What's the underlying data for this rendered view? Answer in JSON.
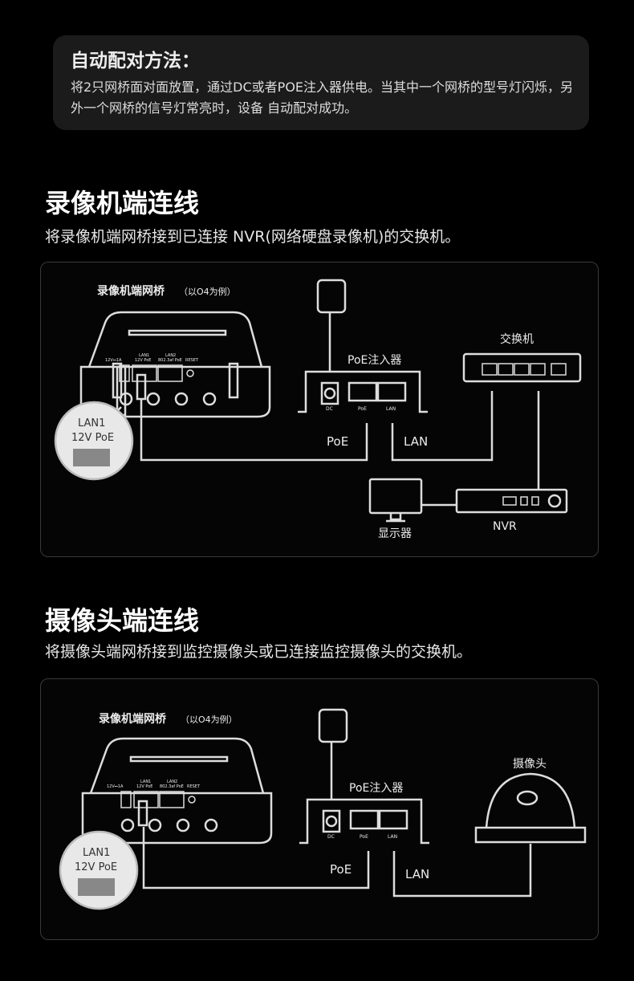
{
  "pairing": {
    "title": "自动配对方法：",
    "text": "将2只网桥面对面放置，通过DC或者POE注入器供电。当其中一个网桥的型号灯闪烁，另外一个网桥的信号灯常亮时，设备 自动配对成功。"
  },
  "nvr_section": {
    "title": "录像机端连线",
    "subtitle": "将录像机端网桥接到已连接 NVR(网络硬盘录像机)的交换机。",
    "diagram": {
      "bridge_label": "录像机端网桥",
      "bridge_note": "（以O4为例）",
      "port_power": "12V⎓1A",
      "port_lan1": "LAN1",
      "port_lan1_sub": "12V PoE",
      "port_lan2": "LAN2",
      "port_lan2_sub": "802.3af PoE",
      "port_reset": "RESET",
      "callout_line1": "LAN1",
      "callout_line2": "12V PoE",
      "injector_label": "PoE注入器",
      "injector_dc": "DC",
      "injector_poe": "PoE",
      "injector_lan": "LAN",
      "cable_poe": "PoE",
      "cable_lan": "LAN",
      "switch_label": "交换机",
      "monitor_label": "显示器",
      "nvr_label": "NVR"
    }
  },
  "camera_section": {
    "title": "摄像头端连线",
    "subtitle": "将摄像头端网桥接到监控摄像头或已连接监控摄像头的交换机。",
    "diagram": {
      "bridge_label": "录像机端网桥",
      "bridge_note": "（以O4为例）",
      "port_power": "12V⎓1A",
      "port_lan1": "LAN1",
      "port_lan1_sub": "12V PoE",
      "port_lan2": "LAN2",
      "port_lan2_sub": "802.3af PoE",
      "port_reset": "RESET",
      "callout_line1": "LAN1",
      "callout_line2": "12V PoE",
      "injector_label": "PoE注入器",
      "injector_dc": "DC",
      "injector_poe": "PoE",
      "injector_lan": "LAN",
      "cable_poe": "PoE",
      "cable_lan": "LAN",
      "camera_label": "摄像头"
    }
  }
}
